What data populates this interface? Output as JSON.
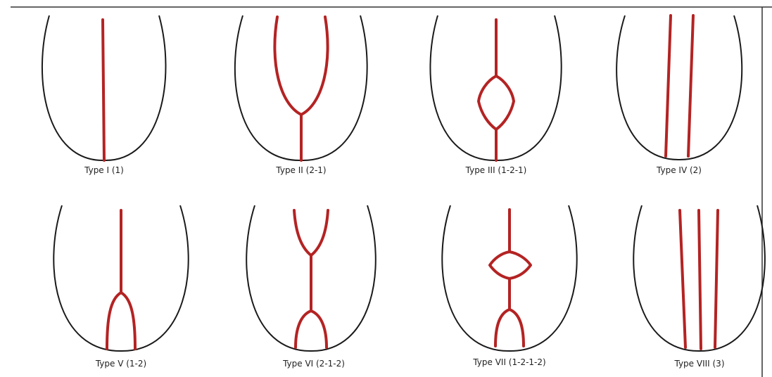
{
  "colors": {
    "tooth_outline": "#1a1a1a",
    "canal": "#b42323",
    "frame_border": "#333333"
  },
  "diagrams": [
    {
      "label": "Type I (1)"
    },
    {
      "label": "Type II (2-1)"
    },
    {
      "label": "Type III (1-2-1)"
    },
    {
      "label": "Type IV (2)"
    },
    {
      "label": "Type V (1-2)"
    },
    {
      "label": "Type VI (2-1-2)"
    },
    {
      "label": "Type VII (1-2-1-2)"
    },
    {
      "label": "Type VIII (3)"
    }
  ]
}
